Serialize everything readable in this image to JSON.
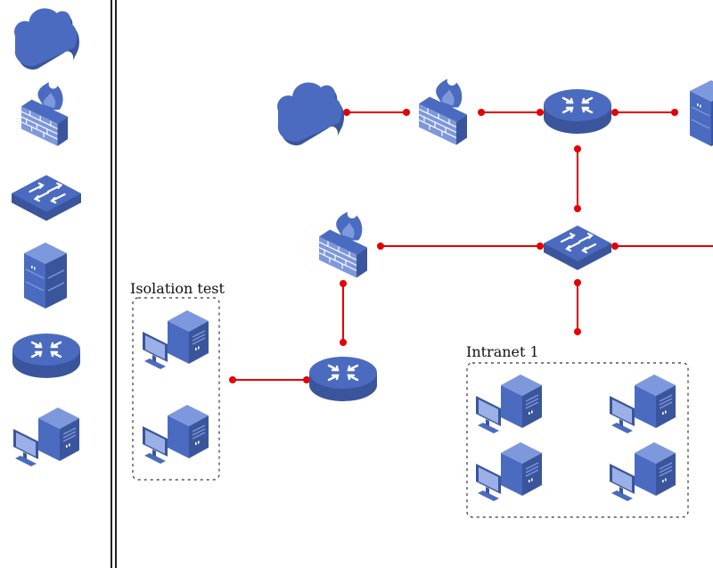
{
  "palette": {
    "items": [
      {
        "id": "cloud",
        "icon": "cloud-icon"
      },
      {
        "id": "firewall",
        "icon": "firewall-icon"
      },
      {
        "id": "switch",
        "icon": "switch-icon"
      },
      {
        "id": "server",
        "icon": "server-icon"
      },
      {
        "id": "router",
        "icon": "router-icon"
      },
      {
        "id": "workstation",
        "icon": "workstation-icon"
      }
    ]
  },
  "diagram": {
    "groups": [
      {
        "id": "isolation",
        "label": "Isolation test"
      },
      {
        "id": "intranet",
        "label": "Intranet 1"
      }
    ]
  },
  "colors": {
    "device": "#4a6bbf",
    "device_light": "#7d98dc",
    "device_dark": "#3a559c",
    "connector": "#e60000",
    "group_border": "#333333"
  }
}
